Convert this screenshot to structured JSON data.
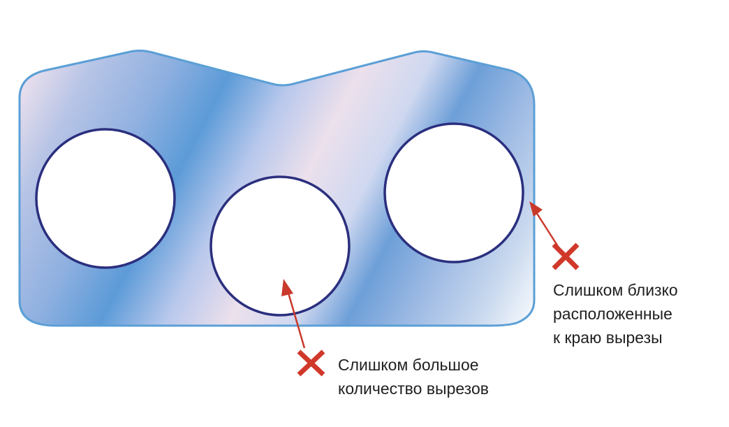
{
  "colors": {
    "plate_outline": "#5b9fd6",
    "hole_outline": "#2b2f7e",
    "hole_fill": "#ffffff",
    "arrow": "#c9392b",
    "cross": "#d0382a",
    "gradient_blue": "#5a9ad6",
    "gradient_pink": "#ece0ec",
    "text": "#1f1f1f"
  },
  "icons": {
    "cross": "cross-icon",
    "arrow": "arrow-icon"
  },
  "callouts": {
    "edge": {
      "line1": "Слишком близко",
      "line2": "расположенные",
      "line3": "к краю вырезы"
    },
    "count": {
      "line1": "Слишком большое",
      "line2": "количество вырезов"
    }
  }
}
